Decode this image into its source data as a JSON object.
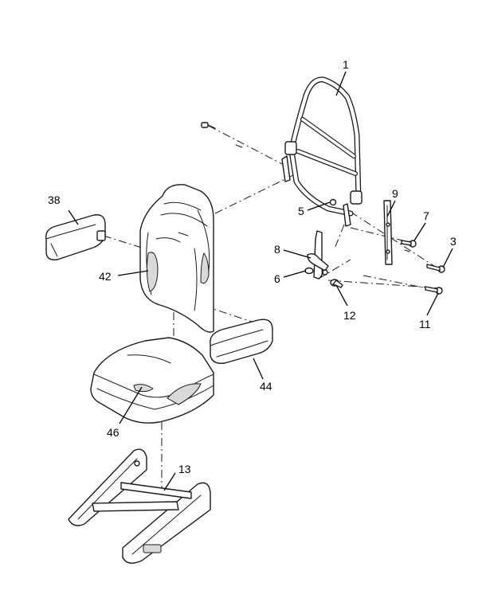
{
  "diagram": {
    "callouts": [
      {
        "id": "1",
        "label": "1"
      },
      {
        "id": "3",
        "label": "3"
      },
      {
        "id": "5",
        "label": "5"
      },
      {
        "id": "6",
        "label": "6"
      },
      {
        "id": "7",
        "label": "7"
      },
      {
        "id": "8",
        "label": "8"
      },
      {
        "id": "9",
        "label": "9"
      },
      {
        "id": "11",
        "label": "11"
      },
      {
        "id": "12",
        "label": "12"
      },
      {
        "id": "13",
        "label": "13"
      },
      {
        "id": "38",
        "label": "38"
      },
      {
        "id": "42",
        "label": "42"
      },
      {
        "id": "44",
        "label": "44"
      },
      {
        "id": "46",
        "label": "46"
      }
    ]
  }
}
